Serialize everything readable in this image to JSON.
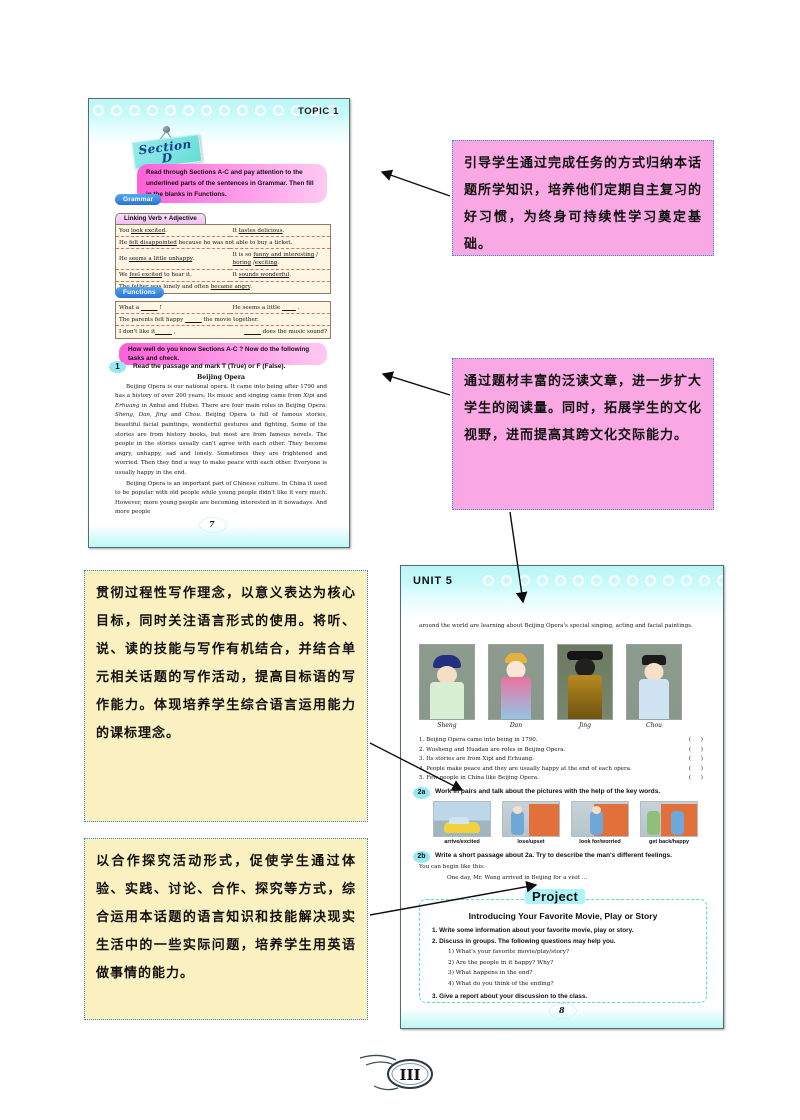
{
  "document": {
    "bottom_page_mark": "III"
  },
  "left_page": {
    "topic_label": "TOPIC 1",
    "section_tag": {
      "word": "Section",
      "letter": "D"
    },
    "instruction_top": "Read through Sections A-C and pay attention to the underlined parts of the sentences in Grammar. Then fill in the blanks in Functions.",
    "grammar_chip": "Grammar",
    "grammar_caption": "Linking Verb + Adjective",
    "grammar_rows": [
      [
        "You look excited.",
        "It tastes delicious."
      ],
      [
        "He felt disappointed because he was not able to buy a ticket.",
        ""
      ],
      [
        "He seems a little unhappy.",
        "It is so funny and interesting / boring /exciting."
      ],
      [
        "We feel excited to hear it.",
        "It sounds wonderful."
      ],
      [
        "The father was lonely and often became angry.",
        ""
      ]
    ],
    "functions_chip": "Functions",
    "functions_rows": [
      [
        "What a ________ !",
        "He seems a little ________ ."
      ],
      [
        "The parents felt happy ________ the movie together.",
        ""
      ],
      [
        "I don't like it ________ ,",
        "________ does the music sound?"
      ]
    ],
    "instruction_second": "How well do you know Sections A-C ? Now do the following tasks and check.",
    "task1_number": "1",
    "task1_title": "Read the passage and mark T (True) or F (False).",
    "passage_title": "Beijing Opera",
    "passage_paragraphs": [
      "Beijing Opera is our national opera. It came into being after 1790 and has a history of over 200 years. Its music and singing came from Xipi and Erhuang in Anhui and Hubei. There are four main roles in Beijing Opera: Sheng, Dan, Jing and Chou. Beijing Opera is full of famous stories, beautiful facial paintings, wonderful gestures and fighting. Some of the stories are from history books, but most are from famous novels. The people in the stories usually can't agree with each other. They become angry, unhappy, sad and lonely. Sometimes they are frightened and worried. Then they find a way to make peace with each other. Everyone is usually happy in the end.",
      "Beijing Opera is an important part of Chinese culture. In China it used to be popular with old people while young people didn't like it very much. However, more young people are becoming interested in it nowadays. And more people"
    ],
    "page_number": "7"
  },
  "right_page": {
    "unit_label": "UNIT 5",
    "continued_text": "around the world are learning about Beijing Opera's special singing, acting and facial paintings.",
    "roles": [
      {
        "caption": "Sheng"
      },
      {
        "caption": "Dan"
      },
      {
        "caption": "Jing"
      },
      {
        "caption": "Chou"
      }
    ],
    "tf_items": [
      "1. Beijing Opera came into being in 1790.",
      "2. Wusheng and Huadan are roles in Beijing Opera.",
      "3. Its stories are from Xipi and Erhuang.",
      "4. People make peace and they are usually happy at the end of each opera.",
      "5. Few people in China like Beijing Opera."
    ],
    "tf_answer_mark": "(      )",
    "task2a_number": "2a",
    "task2a_title": "Work in pairs and talk about the pictures with the help of the key words.",
    "key_words": [
      {
        "caption": "arrive/excited"
      },
      {
        "caption": "lose/upset"
      },
      {
        "caption": "look for/worried"
      },
      {
        "caption": "get back/happy"
      }
    ],
    "task2b_number": "2b",
    "task2b_title": "Write a short passage about 2a. Try to describe the man's different feelings.",
    "begin_label": "You can begin like this:",
    "begin_example": "One day, Mr. Wang arrived in Beijing for a visit ...",
    "project": {
      "title": "Project",
      "subtitle": "Introducing Your Favorite Movie, Play or Story",
      "item1": "1. Write some information about your favorite movie, play or story.",
      "item2": "2. Discuss in groups. The following questions may help you.",
      "sub_questions": [
        "1) What's your favorite movie/play/story?",
        "2) Are the people in it happy? Why?",
        "3) What happens in the end?",
        "4) What do you think of the ending?"
      ],
      "item3": "3. Give a report about your discussion to the class."
    },
    "page_number": "8"
  },
  "annotations": [
    {
      "id": "note-pink-1",
      "text": "引导学生通过完成任务的方式归纳本话题所学知识，培养他们定期自主复习的好习惯，为终身可持续性学习奠定基础。"
    },
    {
      "id": "note-pink-2",
      "text": "通过题材丰富的泛读文章，进一步扩大学生的阅读量。同时，拓展学生的文化视野，进而提高其跨文化交际能力。"
    },
    {
      "id": "note-yellow-1",
      "text": "贯彻过程性写作理念，以意义表达为核心目标，同时关注语言形式的使用。将听、说、读的技能与写作有机结合，并结合单元相关话题的写作活动，提高目标语的写作能力。体现培养学生综合语言运用能力的课标理念。"
    },
    {
      "id": "note-yellow-2",
      "text": "以合作探究活动形式，促使学生通过体验、实践、讨论、合作、探究等方式，综合运用本话题的语言知识和技能解决现实生活中的一些实际问题，培养学生用英语做事情的能力。"
    }
  ],
  "colors": {
    "header_cyan": "#b9f6f6",
    "pill_magenta": "#ff5fd8",
    "chip_blue": "#2b74d4",
    "note_pink": "#f9a8e4",
    "note_yellow": "#fbf0c0",
    "note_border": "#2f8ad6",
    "table_cream": "#fdf6e2"
  }
}
